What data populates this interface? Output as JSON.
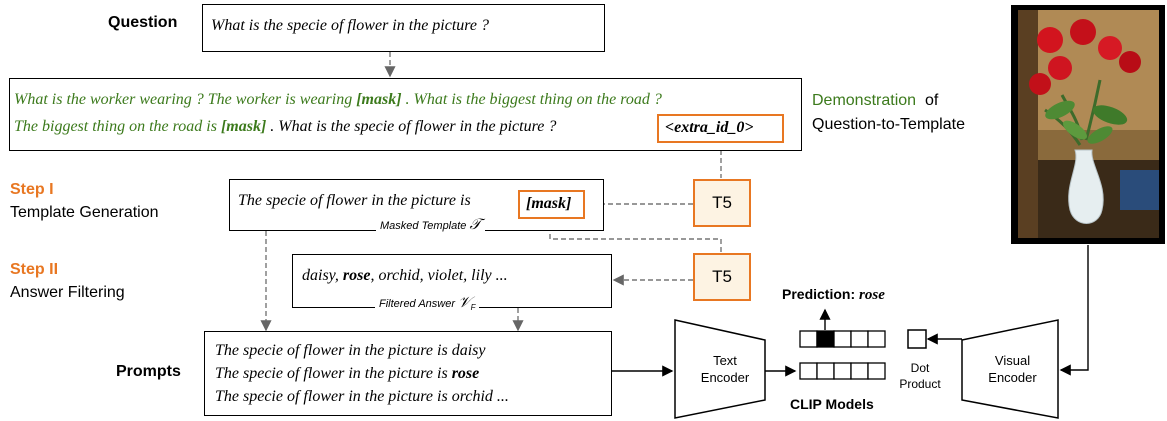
{
  "question": {
    "label": "Question",
    "text": "What is the specie of flower in the picture ?"
  },
  "demonstration_box": {
    "line1_a": "What is the worker wearing ? The worker is wearing ",
    "line1_mask": "[mask]",
    "line1_b": " . What is the biggest thing on the road ?",
    "line2_a": "The biggest thing on the road is ",
    "line2_mask": "[mask]",
    "line2_b": " . What is the specie of flower in the picture ? ",
    "extra_id": "<extra_id_0>"
  },
  "demonstration_label": {
    "word": "Demonstration",
    "of": "of",
    "line2": "Question-to-Template"
  },
  "step1": {
    "title": "Step I",
    "subtitle": "Template Generation",
    "template_text": "The specie of flower in the picture is ",
    "template_mask": "[mask]",
    "caption": "Masked Template",
    "caption_symbol": "𝒯"
  },
  "step2": {
    "title": "Step II",
    "subtitle": "Answer Filtering",
    "answers_a": "daisy, ",
    "answers_bold": "rose",
    "answers_b": ", orchid, violet, lily ...",
    "caption": "Filtered Answer",
    "caption_symbol": "𝒱",
    "caption_sub": "F"
  },
  "t5_labels": [
    "T5",
    "T5"
  ],
  "prompts": {
    "label": "Prompts",
    "line1": "The specie of flower in the picture is daisy",
    "line2_a": "The specie of flower in the picture is ",
    "line2_bold": "rose",
    "line3": "The specie of flower in the picture is orchid  ..."
  },
  "clip": {
    "text_encoder_l1": "Text",
    "text_encoder_l2": "Encoder",
    "visual_encoder_l1": "Visual",
    "visual_encoder_l2": "Encoder",
    "models_label": "CLIP Models",
    "prediction_label": "Prediction: ",
    "prediction_value": "rose",
    "dot_l1": "Dot",
    "dot_l2": "Product"
  },
  "colors": {
    "green": "#3c7a1c",
    "orange": "#e87722",
    "t5_fill": "#fdf3e3"
  }
}
